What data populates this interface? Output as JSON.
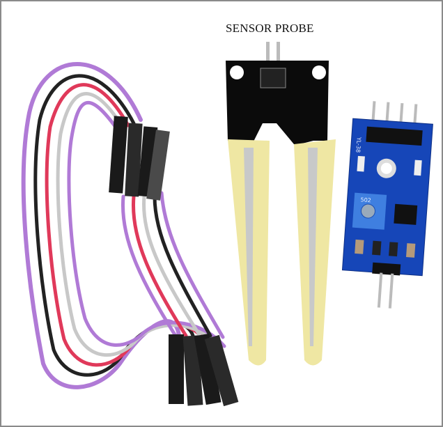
{
  "caption": "SENSOR PROBE",
  "module_label": "YL-38",
  "pot_label": "502",
  "colors": {
    "board_blue": "#1646b8",
    "probe_black": "#0b0b0b",
    "probe_yellow": "#efe7a3",
    "wire_purple": "#b07ad6",
    "wire_red": "#e0395a",
    "wire_gray": "#bfbfbf",
    "wire_black": "#222222"
  }
}
